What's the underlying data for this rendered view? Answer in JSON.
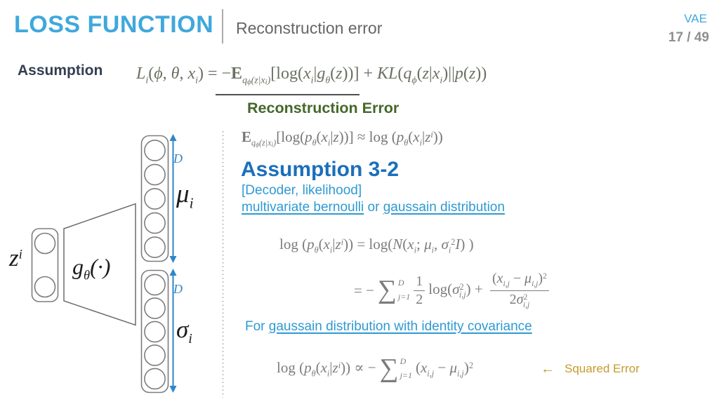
{
  "colors": {
    "accent_blue": "#3fa8dc",
    "heading_blue": "#1b6fbb",
    "cyan_text": "#2e9ad3",
    "green_annotation": "#44682a",
    "gold_annotation": "#c49b2d",
    "arrow_blue": "#2e86c8",
    "formula_gray": "#7c7c7c",
    "dark_label": "#333f50"
  },
  "header": {
    "title": "LOSS FUNCTION",
    "subtitle": "Reconstruction error",
    "corner_tag": "VAE",
    "page_number": "17 / 49"
  },
  "left": {
    "assumption_label": "Assumption"
  },
  "diagram": {
    "z": "z",
    "z_sup": "i",
    "g": "g",
    "g_sub": "θ",
    "g_args": "(·)",
    "mu": "μ",
    "mu_sub": "i",
    "sigma": "σ",
    "sigma_sub": "i",
    "dim_top": "D",
    "dim_bottom": "D"
  },
  "formulas": {
    "sum_glyph": "∑",
    "underline_label": "Reconstruction Error",
    "f1": {
      "tokens": [
        [
          "i",
          "L"
        ],
        [
          "sub",
          "i"
        ],
        [
          "n",
          "("
        ],
        [
          "i",
          "ϕ"
        ],
        [
          "n",
          ", "
        ],
        [
          "i",
          "θ"
        ],
        [
          "n",
          ", "
        ],
        [
          "i",
          "x"
        ],
        [
          "sub",
          "i"
        ],
        [
          "n",
          ") = −"
        ],
        [
          "bb",
          "E"
        ],
        [
          "sub",
          "q"
        ],
        [
          "ssub",
          "ϕ"
        ],
        [
          "sub",
          "(z|x"
        ],
        [
          "ssub",
          "i"
        ],
        [
          "sub",
          ")"
        ],
        [
          "n",
          "["
        ],
        [
          "n",
          "log("
        ],
        [
          "i",
          "x"
        ],
        [
          "sub",
          "i"
        ],
        [
          "n",
          "|"
        ],
        [
          "i",
          "g"
        ],
        [
          "sub",
          "θ"
        ],
        [
          "n",
          "("
        ],
        [
          "i",
          "z"
        ],
        [
          "n",
          "))] + "
        ],
        [
          "i",
          "KL"
        ],
        [
          "n",
          "("
        ],
        [
          "i",
          "q"
        ],
        [
          "sub",
          "ϕ"
        ],
        [
          "n",
          "("
        ],
        [
          "i",
          "z"
        ],
        [
          "n",
          "|"
        ],
        [
          "i",
          "x"
        ],
        [
          "sub",
          "i"
        ],
        [
          "n",
          ")||"
        ],
        [
          "i",
          "p"
        ],
        [
          "n",
          "("
        ],
        [
          "i",
          "z"
        ],
        [
          "n",
          "))"
        ]
      ]
    },
    "f2": {
      "tokens": [
        [
          "bb",
          "E"
        ],
        [
          "sub",
          "q"
        ],
        [
          "ssub",
          "ϕ"
        ],
        [
          "sub",
          "(z|x"
        ],
        [
          "ssub",
          "i"
        ],
        [
          "sub",
          ")"
        ],
        [
          "n",
          "["
        ],
        [
          "n",
          "log("
        ],
        [
          "i",
          "p"
        ],
        [
          "sub",
          "θ"
        ],
        [
          "n",
          "("
        ],
        [
          "i",
          "x"
        ],
        [
          "sub",
          "i"
        ],
        [
          "n",
          "|"
        ],
        [
          "i",
          "z"
        ],
        [
          "n",
          "))]"
        ],
        [
          "n",
          " ≈ log ("
        ],
        [
          "i",
          "p"
        ],
        [
          "sub",
          "θ"
        ],
        [
          "n",
          "("
        ],
        [
          "i",
          "x"
        ],
        [
          "sub",
          "i"
        ],
        [
          "n",
          "|"
        ],
        [
          "i",
          "z"
        ],
        [
          "sup",
          "i"
        ],
        [
          "n",
          "))"
        ]
      ]
    },
    "f3": {
      "tokens": [
        [
          "n",
          "log ("
        ],
        [
          "i",
          "p"
        ],
        [
          "sub",
          "θ"
        ],
        [
          "n",
          "("
        ],
        [
          "i",
          "x"
        ],
        [
          "sub",
          "i"
        ],
        [
          "n",
          "|"
        ],
        [
          "i",
          "z"
        ],
        [
          "sup",
          "i"
        ],
        [
          "n",
          ")) = log("
        ],
        [
          "i",
          "N"
        ],
        [
          "n",
          "("
        ],
        [
          "i",
          "x"
        ],
        [
          "sub",
          "i"
        ],
        [
          "n",
          "; "
        ],
        [
          "i",
          "μ"
        ],
        [
          "sub",
          "i"
        ],
        [
          "n",
          ", "
        ],
        [
          "i",
          "σ"
        ],
        [
          "sub",
          "i"
        ],
        [
          "supr",
          "2"
        ],
        [
          "i",
          "I"
        ],
        [
          "n",
          ") )"
        ]
      ]
    },
    "f4": {
      "head": [
        [
          "n",
          "= −"
        ]
      ],
      "sum_top": "D",
      "sum_bot": "j=1",
      "frac1_num": [
        [
          "n",
          "1"
        ]
      ],
      "frac1_den": [
        [
          "n",
          "2"
        ]
      ],
      "mid": [
        [
          "n",
          "log("
        ],
        [
          "i",
          "σ"
        ],
        [
          "supr",
          "2"
        ],
        [
          "subm",
          "i,j"
        ],
        [
          "n",
          ") + "
        ]
      ],
      "frac2_num": [
        [
          "n",
          "("
        ],
        [
          "i",
          "x"
        ],
        [
          "sub",
          "i,j"
        ],
        [
          "n",
          " − "
        ],
        [
          "i",
          "μ"
        ],
        [
          "sub",
          "i,j"
        ],
        [
          "n",
          ")"
        ],
        [
          "supr",
          "2"
        ]
      ],
      "frac2_den": [
        [
          "n",
          "2"
        ],
        [
          "i",
          "σ"
        ],
        [
          "supr",
          "2"
        ],
        [
          "subm",
          "i,j"
        ]
      ]
    },
    "f5": {
      "head": [
        [
          "n",
          "log ("
        ],
        [
          "i",
          "p"
        ],
        [
          "sub",
          "θ"
        ],
        [
          "n",
          "("
        ],
        [
          "i",
          "x"
        ],
        [
          "sub",
          "i"
        ],
        [
          "n",
          "|"
        ],
        [
          "i",
          "z"
        ],
        [
          "sup",
          "i"
        ],
        [
          "n",
          ")) ∝ −"
        ]
      ],
      "sum_top": "D",
      "sum_bot": "j=1",
      "tail": [
        [
          "n",
          "("
        ],
        [
          "i",
          "x"
        ],
        [
          "sub",
          "i,j"
        ],
        [
          "n",
          " − "
        ],
        [
          "i",
          "μ"
        ],
        [
          "sub",
          "i,j"
        ],
        [
          "n",
          ")"
        ],
        [
          "supr",
          "2"
        ]
      ]
    },
    "squared_arrow": "←",
    "squared_label": "Squared Error"
  },
  "assumption32": {
    "title": "Assumption 3-2",
    "subtitle": "[Decoder, likelihood]",
    "line_a": "multivariate bernoulli",
    "line_b": " or ",
    "line_c": "gaussain distribution",
    "for_plain": "For ",
    "for_underlined": "gaussain distribution with identity covariance"
  }
}
